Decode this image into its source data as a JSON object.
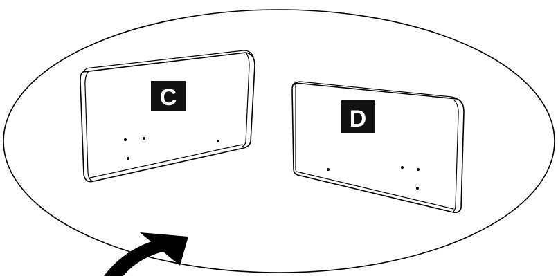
{
  "panels": [
    {
      "id": "panel-c",
      "label": "C",
      "holes": 4
    },
    {
      "id": "panel-d",
      "label": "D",
      "holes": 4
    }
  ],
  "colors": {
    "line": "#000000",
    "label_background": "#111111",
    "label_text": "#ffffff",
    "background": "#ffffff"
  },
  "icons": {
    "rotation_arrow": "curved-arrow-icon"
  }
}
